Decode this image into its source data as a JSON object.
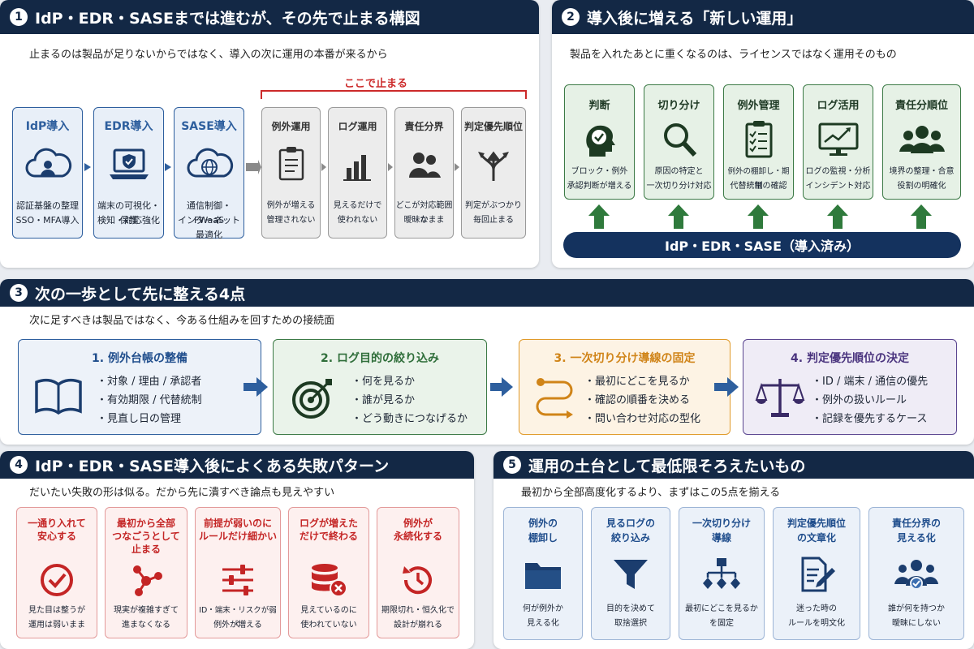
{
  "colors": {
    "navy": "#132845",
    "blue": "#2e5f9e",
    "red": "#cc2a2a",
    "green": "#2f6e3a",
    "orange": "#d98a1c",
    "purple": "#4b357f",
    "grey": "#555"
  },
  "p1": {
    "num": "1",
    "title": "IdP・EDR・SASEまでは進むが、その先で止まる構図",
    "subtitle": "止まるのは製品が足りないからではなく、導入の次に運用の本番が来るから",
    "stop_label": "ここで止まる",
    "blue": [
      {
        "title": "IdP導入",
        "icon": "cloud-user-icon",
        "d1": "認証基盤の整理",
        "d2": "SSO・MFA導入"
      },
      {
        "title": "EDR導入",
        "icon": "laptop-shield-icon",
        "d1": "端末の可視化・保護",
        "d2": "検知・対応強化"
      },
      {
        "title": "SASE導入",
        "icon": "cloud-globe-icon",
        "d1": "通信制御・FWaaS",
        "d2": "インターネット最適化"
      }
    ],
    "grey": [
      {
        "title": "例外運用",
        "icon": "clipboard-icon",
        "d1": "例外が増える",
        "d2": "管理されない"
      },
      {
        "title": "ログ運用",
        "icon": "bar-chart-icon",
        "d1": "見えるだけで",
        "d2": "使われない"
      },
      {
        "title": "責任分界",
        "icon": "people-icon",
        "d1": "どこが対応範囲か",
        "d2": "曖昧なまま"
      },
      {
        "title": "判定優先順位",
        "icon": "branch-arrows-icon",
        "d1": "判定がぶつかり",
        "d2": "毎回止まる"
      }
    ]
  },
  "p2": {
    "num": "2",
    "title": "導入後に増える「新しい運用」",
    "subtitle": "製品を入れたあとに重くなるのは、ライセンスではなく運用そのもの",
    "base": "IdP・EDR・SASE（導入済み）",
    "items": [
      {
        "title": "判断",
        "icon": "head-check-icon",
        "d1": "ブロック・例外",
        "d2": "承認判断が増える"
      },
      {
        "title": "切り分け",
        "icon": "magnifier-icon",
        "d1": "原因の特定と",
        "d2": "一次切り分け対応"
      },
      {
        "title": "例外管理",
        "icon": "checklist-icon",
        "d1": "例外の棚卸し・期限",
        "d2": "代替統制の確認"
      },
      {
        "title": "ログ活用",
        "icon": "monitor-chart-icon",
        "d1": "ログの監視・分析",
        "d2": "インシデント対応"
      },
      {
        "title": "責任分順位",
        "icon": "group-icon",
        "d1": "境界の整理・合意",
        "d2": "役割の明確化"
      }
    ]
  },
  "p3": {
    "num": "3",
    "title": "次の一歩として先に整える4点",
    "subtitle": "次に足すべきは製品ではなく、今ある仕組みを回すための接続面",
    "cards": [
      {
        "title": "1. 例外台帳の整備",
        "icon": "open-book-icon",
        "items": [
          "対象 / 理由 / 承認者",
          "有効期限 / 代替統制",
          "見直し日の管理"
        ]
      },
      {
        "title": "2. ログ目的の絞り込み",
        "icon": "target-icon",
        "items": [
          "何を見るか",
          "誰が見るか",
          "どう動きにつなげるか"
        ]
      },
      {
        "title": "3. 一次切り分け導線の固定",
        "icon": "path-icon",
        "items": [
          "最初にどこを見るか",
          "確認の順番を決める",
          "問い合わせ対応の型化"
        ]
      },
      {
        "title": "4. 判定優先順位の決定",
        "icon": "scales-icon",
        "items": [
          "ID / 端末 / 通信の優先",
          "例外の扱いルール",
          "記録を優先するケース"
        ]
      }
    ]
  },
  "p4": {
    "num": "4",
    "title": "IdP・EDR・SASE導入後によくある失敗パターン",
    "subtitle": "だいたい失敗の形は似る。だから先に潰すべき論点も見えやすい",
    "cards": [
      {
        "t1": "一通り入れて",
        "t2": "安心する",
        "t3": "",
        "icon": "check-circle-icon",
        "d1": "見た目は整うが",
        "d2": "運用は弱いまま"
      },
      {
        "t1": "最初から全部",
        "t2": "つなごうとして",
        "t3": "止まる",
        "icon": "network-icon",
        "d1": "現実が複雑すぎて",
        "d2": "進まなくなる"
      },
      {
        "t1": "前提が弱いのに",
        "t2": "ルールだけ細かい",
        "t3": "",
        "icon": "sliders-icon",
        "d1": "ID・端末・リスクが弱く",
        "d2": "例外が増える"
      },
      {
        "t1": "ログが増えた",
        "t2": "だけで終わる",
        "t3": "",
        "icon": "database-x-icon",
        "d1": "見えているのに",
        "d2": "使われていない"
      },
      {
        "t1": "例外が",
        "t2": "永続化する",
        "t3": "",
        "icon": "clock-refresh-icon",
        "d1": "期限切れ・恒久化で",
        "d2": "設計が崩れる"
      }
    ]
  },
  "p5": {
    "num": "5",
    "title": "運用の土台として最低限そろえたいもの",
    "subtitle": "最初から全部高度化するより、まずはこの5点を揃える",
    "cards": [
      {
        "t1": "例外の",
        "t2": "棚卸し",
        "icon": "folder-icon",
        "d1": "何が例外か",
        "d2": "見える化"
      },
      {
        "t1": "見るログの",
        "t2": "絞り込み",
        "icon": "funnel-icon",
        "d1": "目的を決めて",
        "d2": "取捨選択"
      },
      {
        "t1": "一次切り分け",
        "t2": "導線",
        "icon": "flowchart-icon",
        "d1": "最初にどこを見るか",
        "d2": "を固定"
      },
      {
        "t1": "判定優先順位",
        "t2": "の文章化",
        "icon": "document-pen-icon",
        "d1": "迷った時の",
        "d2": "ルールを明文化"
      },
      {
        "t1": "責任分界の",
        "t2": "見える化",
        "icon": "team-icon",
        "d1": "誰が何を持つか",
        "d2": "曖昧にしない"
      }
    ]
  }
}
